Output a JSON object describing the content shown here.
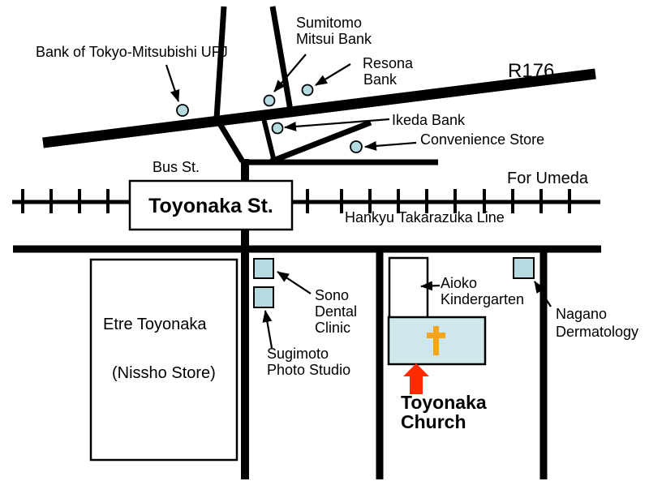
{
  "map": {
    "labels": {
      "ufj": {
        "text": "Bank of Tokyo-Mitsubishi UFJ"
      },
      "sumitomo": {
        "lines": [
          "Sumitomo",
          "Mitsui Bank"
        ]
      },
      "resona": {
        "lines": [
          "Resona",
          "Bank"
        ]
      },
      "r176": {
        "text": "R176"
      },
      "ikeda": {
        "text": "Ikeda Bank"
      },
      "convenience": {
        "text": "Convenience Store"
      },
      "bus_st": {
        "text": "Bus St."
      },
      "for_umeda": {
        "text": "For Umeda"
      },
      "station": {
        "text": "Toyonaka St."
      },
      "hankyu": {
        "text": "Hankyu Takarazuka Line"
      },
      "etre": {
        "lines": [
          "Etre Toyonaka",
          "(Nissho Store)"
        ]
      },
      "sono": {
        "lines": [
          "Sono",
          "Dental",
          "Clinic"
        ]
      },
      "sugimoto": {
        "lines": [
          "Sugimoto",
          "Photo Studio"
        ]
      },
      "aioko": {
        "lines": [
          "Aioko",
          "Kindergarten"
        ]
      },
      "nagano": {
        "lines": [
          "Nagano",
          "Dermatology"
        ]
      },
      "church": {
        "lines": [
          "Toyonaka",
          "Church"
        ]
      }
    },
    "colors": {
      "road_color": "#000000",
      "text_color": "#000000",
      "landmark_fill": "#b5dbe1",
      "church_fill": "#cde7ea",
      "cross_color": "#f6a41e",
      "arrow_color": "#ff2a00"
    }
  }
}
